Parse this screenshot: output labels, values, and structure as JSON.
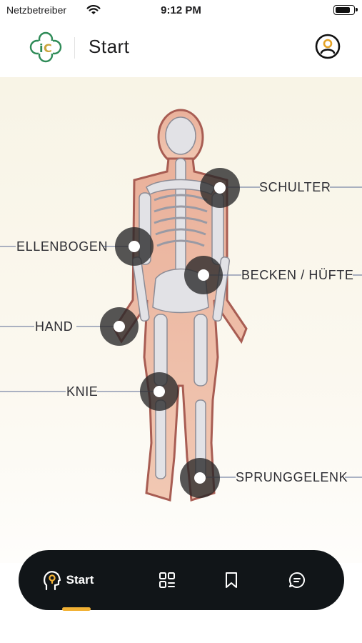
{
  "status_bar": {
    "carrier": "Netzbetreiber",
    "time": "9:12 PM",
    "battery_level": 0.85
  },
  "header": {
    "title": "Start",
    "logo_icon": "ic-clover-logo",
    "profile_icon": "user-circle-icon"
  },
  "body_map": {
    "joints": [
      {
        "id": "schulter",
        "label": "SCHULTER"
      },
      {
        "id": "ellenbogen",
        "label": "ELLENBOGEN"
      },
      {
        "id": "becken",
        "label": "BECKEN / HÜFTE"
      },
      {
        "id": "hand",
        "label": "HAND"
      },
      {
        "id": "knie",
        "label": "KNIE"
      },
      {
        "id": "sprunggelenk",
        "label": "SPRUNGGELENK"
      }
    ]
  },
  "tab_bar": {
    "start_label": "Start",
    "tabs": [
      "head-pin-icon",
      "grid-list-icon",
      "bookmark-icon",
      "chat-icon"
    ]
  },
  "colors": {
    "tab_bar_bg": "#111518",
    "accent": "#f2b134",
    "logo_green": "#2e8b57",
    "hotspot": "#262628"
  }
}
